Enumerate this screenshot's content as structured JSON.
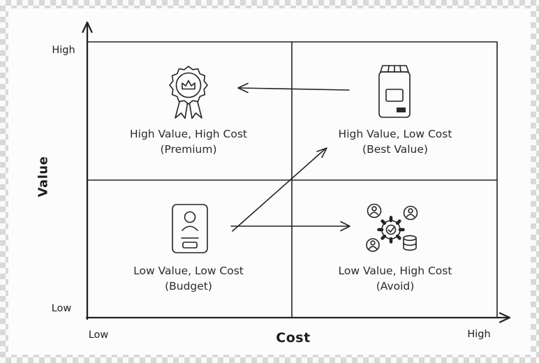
{
  "diagram": {
    "type": "quadrant-matrix",
    "y_axis": {
      "label": "Value",
      "top": "High",
      "bottom": "Low"
    },
    "x_axis": {
      "label": "Cost",
      "left": "Low",
      "right": "High"
    },
    "quadrants": [
      {
        "position": "top-left",
        "line1": "High Value, High Cost",
        "line2": "(Premium)",
        "icon": "award-ribbon-icon"
      },
      {
        "position": "top-right",
        "line1": "High Value, Low Cost",
        "line2": "(Best Value)",
        "icon": "product-package-icon"
      },
      {
        "position": "bottom-left",
        "line1": "Low Value, Low Cost",
        "line2": "(Budget)",
        "icon": "id-card-icon"
      },
      {
        "position": "bottom-right",
        "line1": "Low Value, High Cost",
        "line2": "(Avoid)",
        "icon": "team-process-icon"
      }
    ],
    "arrows": [
      {
        "from": "top-right",
        "to": "top-left"
      },
      {
        "from": "bottom-left",
        "to": "top-right"
      },
      {
        "from": "bottom-left",
        "to": "bottom-right"
      }
    ],
    "colors": {
      "ink": "#232323",
      "paper": "#fcfcfc"
    }
  }
}
